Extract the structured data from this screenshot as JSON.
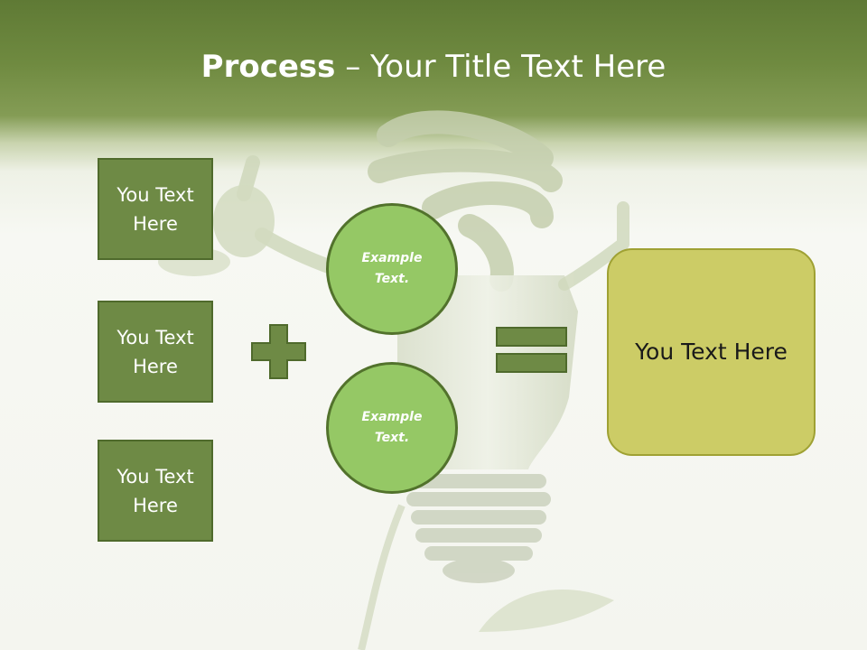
{
  "slide": {
    "title_bold": "Process",
    "title_dash": " – ",
    "title_rest": "Your Title Text Here"
  },
  "inputs": [
    {
      "label": "You Text Here"
    },
    {
      "label": "You Text Here"
    },
    {
      "label": "You Text Here"
    }
  ],
  "operators": {
    "plus_icon": "plus-icon",
    "equals_icon": "equals-icon"
  },
  "circles": [
    {
      "label": "Example Text."
    },
    {
      "label": "Example Text."
    }
  ],
  "result": {
    "label": "You Text Here"
  },
  "colors": {
    "header_green": "#5f7a35",
    "box_fill": "#6e8a45",
    "circle_fill": "#95c865",
    "result_fill": "#cccc66"
  }
}
